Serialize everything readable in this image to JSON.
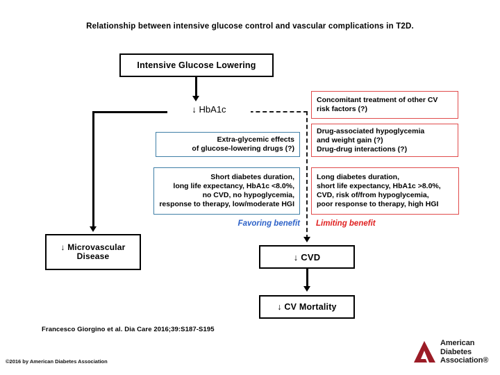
{
  "slide": {
    "title": "Relationship between intensive glucose control and vascular complications in T2D.",
    "citation": "Francesco Giorgino et al. Dia Care 2016;39:S187-S195",
    "copyright": "©2016 by American Diabetes Association"
  },
  "diagram": {
    "intensive_box": "Intensive Glucose Lowering",
    "hba1c_label": "↓ HbA1c",
    "concomitant_box": [
      "Concomitant treatment of other CV",
      "risk factors (?)"
    ],
    "drug_box": [
      "Drug-associated hypoglycemia",
      "and weight gain (?)",
      "Drug-drug interactions (?)"
    ],
    "extraglycemic_box": [
      "Extra-glycemic effects",
      "of glucose-lowering drugs (?)"
    ],
    "favoring_criteria_box": [
      "Short diabetes duration,",
      "long life expectancy, HbA1c <8.0%,",
      "no CVD, no hypoglycemia,",
      "response to therapy, low/moderate HGI"
    ],
    "limiting_criteria_box": [
      "Long diabetes duration,",
      "short life expectancy, HbA1c >8.0%,",
      "CVD, risk of/from hypoglycemia,",
      "poor response to therapy, high HGI"
    ],
    "legend_favoring": "Favoring benefit",
    "legend_limiting": "Limiting benefit",
    "microvascular_box": [
      "↓ Microvascular",
      "Disease"
    ],
    "cvd_box": "↓ CVD",
    "cv_mortality_box": "↓ CV Mortality"
  },
  "logo": {
    "line1": "American",
    "line2": "Diabetes",
    "line3": "Association®",
    "mark_color": "#9b1c26"
  },
  "colors": {
    "favoring": "#2e62c8",
    "limiting": "#e02020",
    "blue_border": "#3f7fa6",
    "red_border": "#e04a4a",
    "black": "#000000"
  }
}
